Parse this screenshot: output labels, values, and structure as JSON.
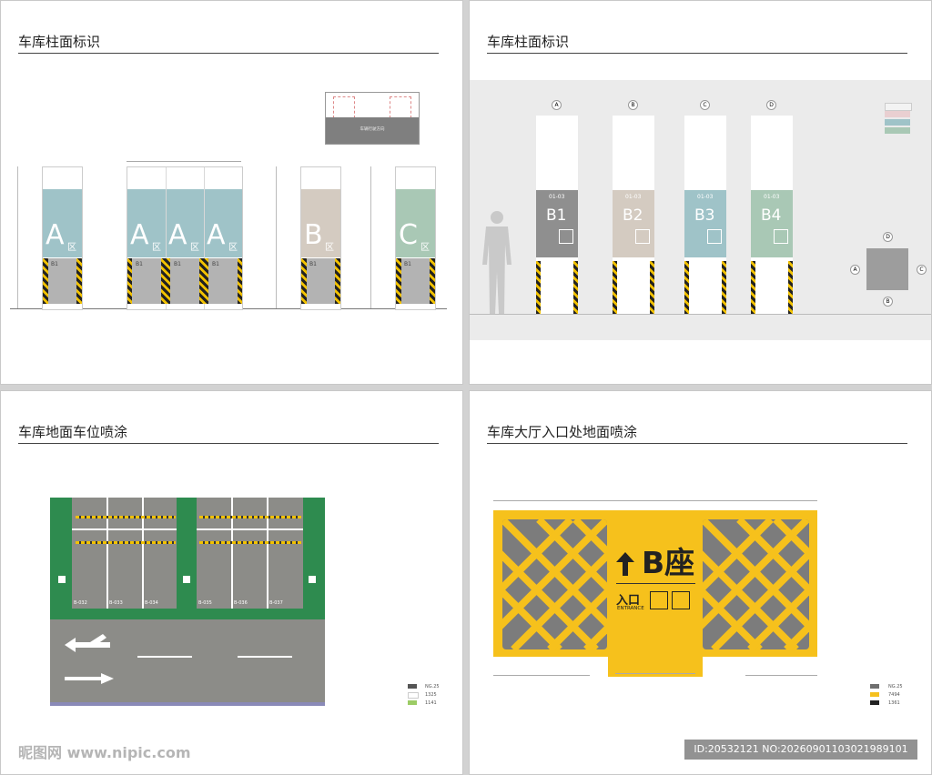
{
  "panels": {
    "column_signage_elevation": {
      "title": "车库柱面标识",
      "top_sign_label": "车辆行驶方向",
      "columns": [
        {
          "letter": "A",
          "suffix": "区",
          "level": "B1",
          "color": "#9fc3c8"
        },
        {
          "letter": "A",
          "suffix": "区",
          "level": "B1",
          "color": "#9fc3c8"
        },
        {
          "letter": "A",
          "suffix": "区",
          "level": "B1",
          "color": "#9fc3c8"
        },
        {
          "letter": "A",
          "suffix": "区",
          "level": "B1",
          "color": "#9fc3c8"
        },
        {
          "letter": "B",
          "suffix": "区",
          "level": "B1",
          "color": "#d4cbc1"
        },
        {
          "letter": "C",
          "suffix": "区",
          "level": "B1",
          "color": "#a9c8b5"
        }
      ]
    },
    "column_signage_render": {
      "title": "车库柱面标识",
      "columns": [
        {
          "marker": "A",
          "range": "01-03",
          "code": "B1",
          "color": "#8f8f8f"
        },
        {
          "marker": "B",
          "range": "01-03",
          "code": "B2",
          "color": "#d4cbc1"
        },
        {
          "marker": "C",
          "range": "01-03",
          "code": "B3",
          "color": "#9fc3c8"
        },
        {
          "marker": "D",
          "range": "01-03",
          "code": "B4",
          "color": "#a9c8b5"
        }
      ],
      "plan_markers": {
        "top": "D",
        "left": "A",
        "right": "C",
        "bottom": "B"
      }
    },
    "parking_floor_painting": {
      "title": "车库地面车位喷涂",
      "space_codes": [
        "B-032",
        "B-033",
        "B-034",
        "B-035",
        "B-036",
        "B-037"
      ],
      "legend": [
        "NG.25",
        "1325",
        "1141"
      ],
      "legend_colors": [
        "#555555",
        "#ffffff",
        "#9ccc65"
      ],
      "green": "#2e8b4f",
      "grey": "#8c8c88"
    },
    "hall_entrance_painting": {
      "title": "车库大厅入口处地面喷涂",
      "main_text": "B座",
      "entrance_cn": "入口",
      "entrance_en": "ENTRANCE",
      "legend": [
        "NG.25",
        "7494",
        "1361"
      ],
      "legend_colors": [
        "#6f6f6f",
        "#f5c01e",
        "#222222"
      ],
      "yellow": "#f6c11c",
      "grey": "#7c7c7c"
    }
  },
  "watermark": {
    "site": "昵图网 www.nipic.com",
    "id_text": "ID:20532121 NO:20260901103021989101"
  }
}
